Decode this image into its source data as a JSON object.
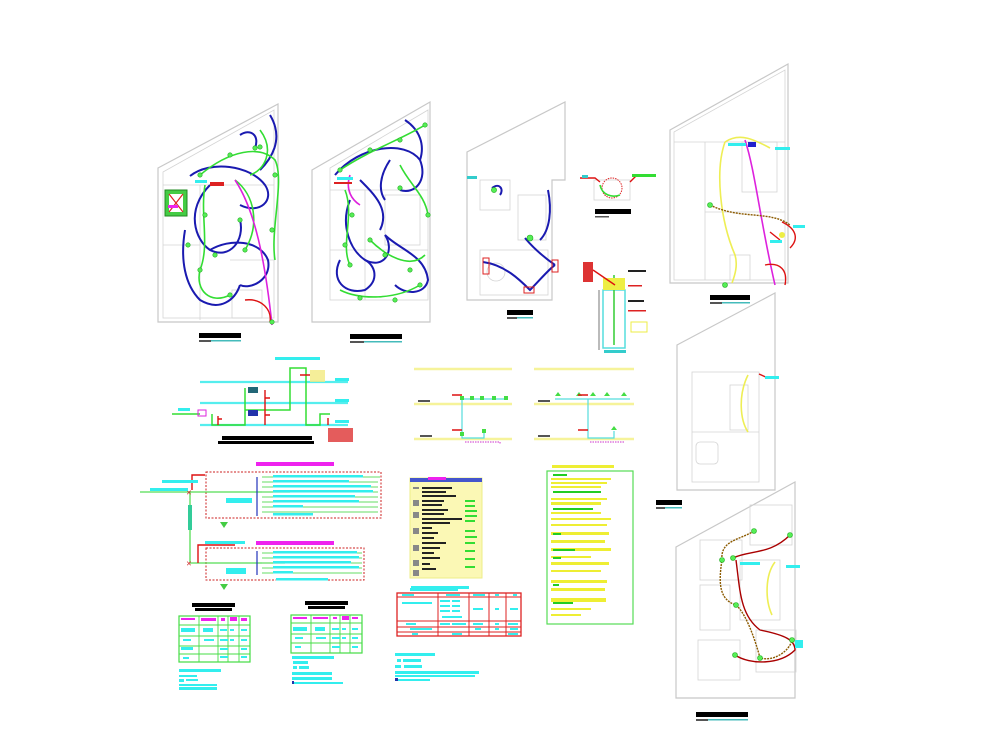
{
  "sheet": {
    "type": "electrical-installation-drawing",
    "background": "#ffffff",
    "colors": {
      "walls": "#c8c8c8",
      "lighting_circuit": "#1a1ab0",
      "outlet_circuit": "#33dd33",
      "feeder": "#dd22dd",
      "switch_leg": "#dd1111",
      "yellow_circuit": "#eeee55",
      "brown_circuit": "#8b5a00",
      "text_cyan": "#33eeee",
      "title_black": "#000000",
      "panel_border_red": "#dd2222",
      "table_green": "#44dd44",
      "header_magenta": "#ee22ee"
    }
  },
  "drawings": {
    "plan_1": {
      "title_bar": true,
      "subtitle_bar": true
    },
    "plan_2": {
      "title_bar": true,
      "subtitle_bar": true
    },
    "plan_3": {
      "title_bar": true,
      "subtitle_bar": true
    },
    "detail_top": {
      "title_bar": true
    },
    "detail_pole": {
      "label_count": 6
    },
    "plan_right_top": {
      "title_bar": true
    },
    "plan_right_mid": {
      "title_bar": true
    },
    "plan_right_bottom": {
      "title_bar": true
    },
    "riser_diagram": {
      "title_bar": true,
      "levels": 3
    },
    "section_a": {
      "levels": 3
    },
    "section_b": {
      "levels": 3
    },
    "single_line": {
      "panels": 2,
      "circuits_panel_1": 8,
      "circuits_panel_2": 5
    },
    "legend": {
      "rows": 18
    },
    "notes": {
      "paragraphs": 8
    },
    "load_table_1": {
      "rows": 5,
      "cols": 5
    },
    "load_table_2": {
      "rows": 4,
      "cols": 5
    },
    "load_table_3": {
      "rows": 5,
      "cols": 5
    }
  }
}
